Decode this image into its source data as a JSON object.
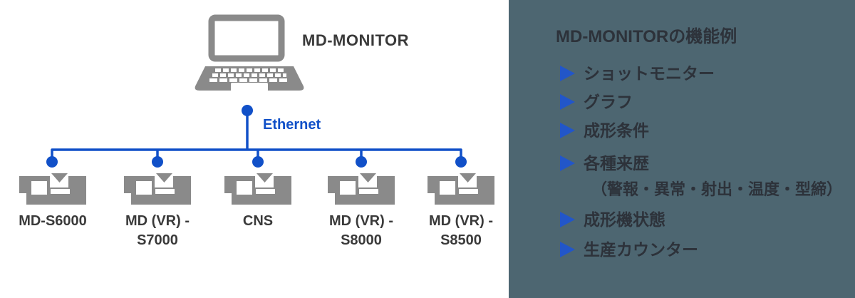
{
  "colors": {
    "line_blue": "#1150c8",
    "bullet_blue": "#2256c9",
    "machine_gray": "#8a8a8a",
    "panel_bg": "#4d6671",
    "diagram_text": "#3a3a3a",
    "panel_text": "#2d323a"
  },
  "diagram": {
    "monitor_label": "MD-MONITOR",
    "network_label": "Ethernet",
    "machines": [
      {
        "label": "MD-S6000"
      },
      {
        "label": "MD (VR) -\nS7000"
      },
      {
        "label": "CNS"
      },
      {
        "label": "MD (VR) -\nS8000"
      },
      {
        "label": "MD (VR) -\nS8500"
      }
    ]
  },
  "panel": {
    "title": "MD-MONITORの機能例",
    "features": [
      {
        "label": "ショットモニター"
      },
      {
        "label": "グラフ"
      },
      {
        "label": "成形条件"
      },
      {
        "label": "各種来歴",
        "sub": "（警報・異常・射出・温度・型締）"
      },
      {
        "label": "成形機状態"
      },
      {
        "label": "生産カウンター"
      }
    ]
  }
}
